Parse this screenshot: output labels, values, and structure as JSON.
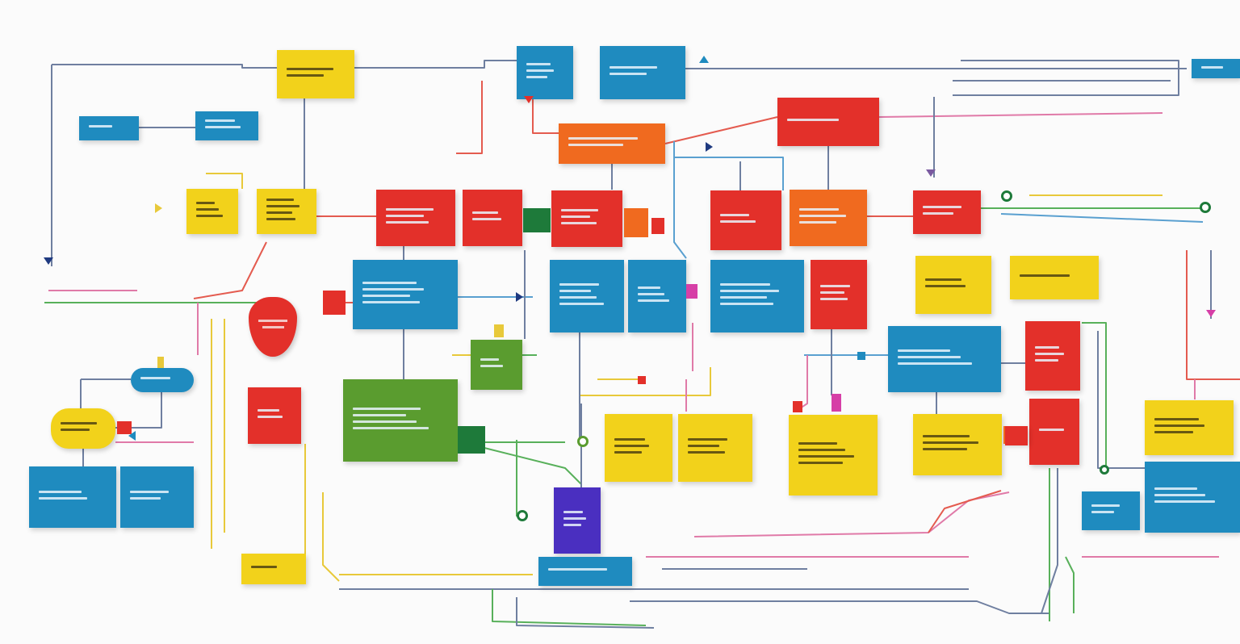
{
  "palette": {
    "yellow": "#f2d21b",
    "blue": "#1f8bbf",
    "red": "#e3302a",
    "orange": "#f06a1f",
    "green": "#5a9c2f",
    "darkgreen": "#1e7a3a",
    "purple": "#4a2fc0",
    "magenta": "#d63fa7",
    "wire_gray": "#6f7fa0",
    "wire_red": "#e45b4f",
    "wire_green": "#58b05a",
    "wire_yellow": "#e8c93a",
    "wire_pink": "#e07aa8",
    "wire_blue": "#5aa0d0"
  },
  "nodes": [
    {
      "id": "n1",
      "color": "yellow",
      "lines": 2,
      "text_color": "dark"
    },
    {
      "id": "n2",
      "color": "blue",
      "lines": 3,
      "text_color": "light"
    },
    {
      "id": "n3",
      "color": "blue",
      "lines": 2,
      "text_color": "light"
    },
    {
      "id": "n4",
      "color": "blue",
      "lines": 1,
      "text_color": "light"
    },
    {
      "id": "n5",
      "color": "blue",
      "lines": 2,
      "text_color": "light"
    },
    {
      "id": "n6",
      "color": "orange",
      "lines": 2,
      "text_color": "light"
    },
    {
      "id": "n7",
      "color": "red",
      "lines": 1,
      "text_color": "light"
    },
    {
      "id": "n8",
      "color": "blue",
      "lines": 1,
      "text_color": "light"
    },
    {
      "id": "n9",
      "color": "yellow",
      "lines": 3,
      "text_color": "dark"
    },
    {
      "id": "n10",
      "color": "yellow",
      "lines": 4,
      "text_color": "dark"
    },
    {
      "id": "n11",
      "color": "red",
      "lines": 3,
      "text_color": "light"
    },
    {
      "id": "n12",
      "color": "red",
      "lines": 2,
      "text_color": "light"
    },
    {
      "id": "n13",
      "color": "red",
      "lines": 3,
      "text_color": "light"
    },
    {
      "id": "n14",
      "color": "red",
      "lines": 2,
      "text_color": "light"
    },
    {
      "id": "n15",
      "color": "orange",
      "lines": 3,
      "text_color": "light"
    },
    {
      "id": "n16",
      "color": "red",
      "lines": 2,
      "text_color": "light"
    },
    {
      "id": "n17",
      "color": "blue",
      "lines": 4,
      "text_color": "light"
    },
    {
      "id": "n18",
      "color": "blue",
      "lines": 4,
      "text_color": "light"
    },
    {
      "id": "n19",
      "color": "blue",
      "lines": 3,
      "text_color": "light"
    },
    {
      "id": "n20",
      "color": "blue",
      "lines": 4,
      "text_color": "light"
    },
    {
      "id": "n21",
      "color": "red",
      "lines": 3,
      "text_color": "light"
    },
    {
      "id": "n22",
      "color": "yellow",
      "lines": 2,
      "text_color": "dark"
    },
    {
      "id": "n23",
      "color": "yellow",
      "lines": 1,
      "text_color": "dark"
    },
    {
      "id": "n24",
      "color": "blue",
      "lines": 3,
      "text_color": "light"
    },
    {
      "id": "n25",
      "color": "red",
      "lines": 3,
      "text_color": "light"
    },
    {
      "id": "n26",
      "color": "red",
      "lines": 1,
      "text_color": "light"
    },
    {
      "id": "n27",
      "color": "red",
      "lines": 2,
      "text_color": "light"
    },
    {
      "id": "n28",
      "color": "green",
      "lines": 4,
      "text_color": "light"
    },
    {
      "id": "n29",
      "color": "green",
      "lines": 2,
      "text_color": "light"
    },
    {
      "id": "n30",
      "color": "blue",
      "lines": 1,
      "text_color": "light"
    },
    {
      "id": "n31",
      "color": "yellow",
      "lines": 2,
      "text_color": "dark"
    },
    {
      "id": "n32",
      "color": "blue",
      "lines": 2,
      "text_color": "light"
    },
    {
      "id": "n33",
      "color": "blue",
      "lines": 2,
      "text_color": "light"
    },
    {
      "id": "n34",
      "color": "yellow",
      "lines": 1,
      "text_color": "dark"
    },
    {
      "id": "n35",
      "color": "purple",
      "lines": 3,
      "text_color": "light"
    },
    {
      "id": "n36",
      "color": "blue",
      "lines": 1,
      "text_color": "light"
    },
    {
      "id": "n37",
      "color": "yellow",
      "lines": 3,
      "text_color": "dark"
    },
    {
      "id": "n38",
      "color": "yellow",
      "lines": 3,
      "text_color": "dark"
    },
    {
      "id": "n39",
      "color": "yellow",
      "lines": 4,
      "text_color": "dark"
    },
    {
      "id": "n40",
      "color": "yellow",
      "lines": 3,
      "text_color": "dark"
    },
    {
      "id": "n41",
      "color": "orange",
      "lines": 1,
      "text_color": "light"
    },
    {
      "id": "n42",
      "color": "yellow",
      "lines": 3,
      "text_color": "dark"
    },
    {
      "id": "n43",
      "color": "blue",
      "lines": 2,
      "text_color": "light"
    },
    {
      "id": "n44",
      "color": "blue",
      "lines": 3,
      "text_color": "light"
    }
  ]
}
